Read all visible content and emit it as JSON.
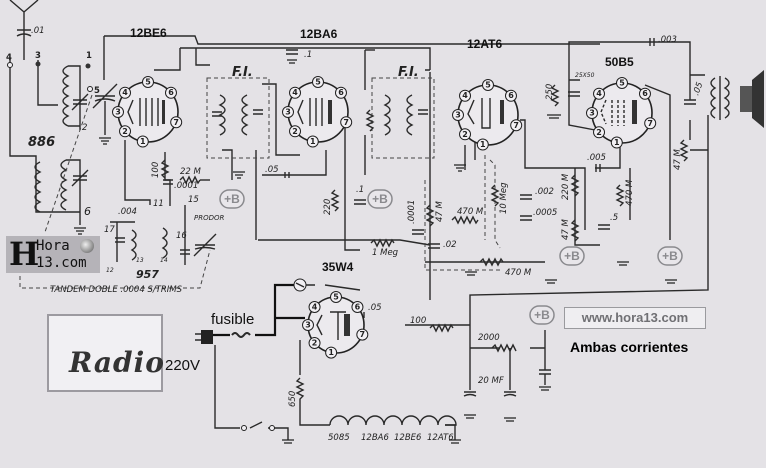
{
  "tubes": {
    "t1": "12BE6",
    "t2": "12BA6",
    "t3": "12AT6",
    "t4": "50B5",
    "t5": "35W4"
  },
  "if_transformers": {
    "fi1": "F.I.",
    "fi2": "F.I."
  },
  "terminals": {
    "ant4": "4",
    "ant3": "3",
    "t1": "1",
    "t5": "5",
    "t2": "2",
    "t6": "6",
    "t11": "11",
    "t15": "15",
    "t17": "17",
    "t16": "16",
    "t12": "12",
    "t13": "13",
    "t14": "14"
  },
  "components": {
    "c_ant": ".01",
    "coil": "886",
    "c_01": ".1",
    "c_05a": ".05",
    "r_22m": "22 M",
    "r_100": "100",
    "c_0001a": ".0001",
    "r_220": "220",
    "c_1b": ".1",
    "c_0001b": ".0001",
    "r_47m_a": "47 M",
    "r_470m_a": "470 M",
    "r_10meg": "10 Meg",
    "c_002": ".002",
    "c_0005": ".0005",
    "r_220m": "220 M",
    "r_47m_b": "47 M",
    "c_5": ".5",
    "r_470m_b": "470 M",
    "c_005": ".005",
    "r_250": "250",
    "c_25x50": "25X50",
    "c_003": ".003",
    "c_05b": ".05",
    "pot_47m": "47 M",
    "r_1meg": "1 Meg",
    "c_02": ".02",
    "r_470m_c": "470 M",
    "c_004": ".004",
    "osc": "957",
    "trim": "PRODOR",
    "tandem": "TANDEM DOBLE .0004 S/TRIMS",
    "r_650": "650",
    "r_100b": "100",
    "r_2000": "2000",
    "c_20mf": "20 MF",
    "c_05c": ".05",
    "fuse": "fusible",
    "mains": "220V"
  },
  "pin_numbers": [
    "1",
    "2",
    "3",
    "4",
    "5",
    "6",
    "7"
  ],
  "heaters": [
    "5085",
    "12BA6",
    "12BE6",
    "12AT6"
  ],
  "b_plus": "+B",
  "watermark": {
    "site": "www.hora13.com",
    "logo_hora": "Hora",
    "logo_com": "13.com",
    "logo_radio": "Radio"
  },
  "caption": "Ambas corrientes",
  "colors": {
    "background": "#e4e2e6",
    "ink": "#222222",
    "bplus": "#8a8a8e"
  }
}
